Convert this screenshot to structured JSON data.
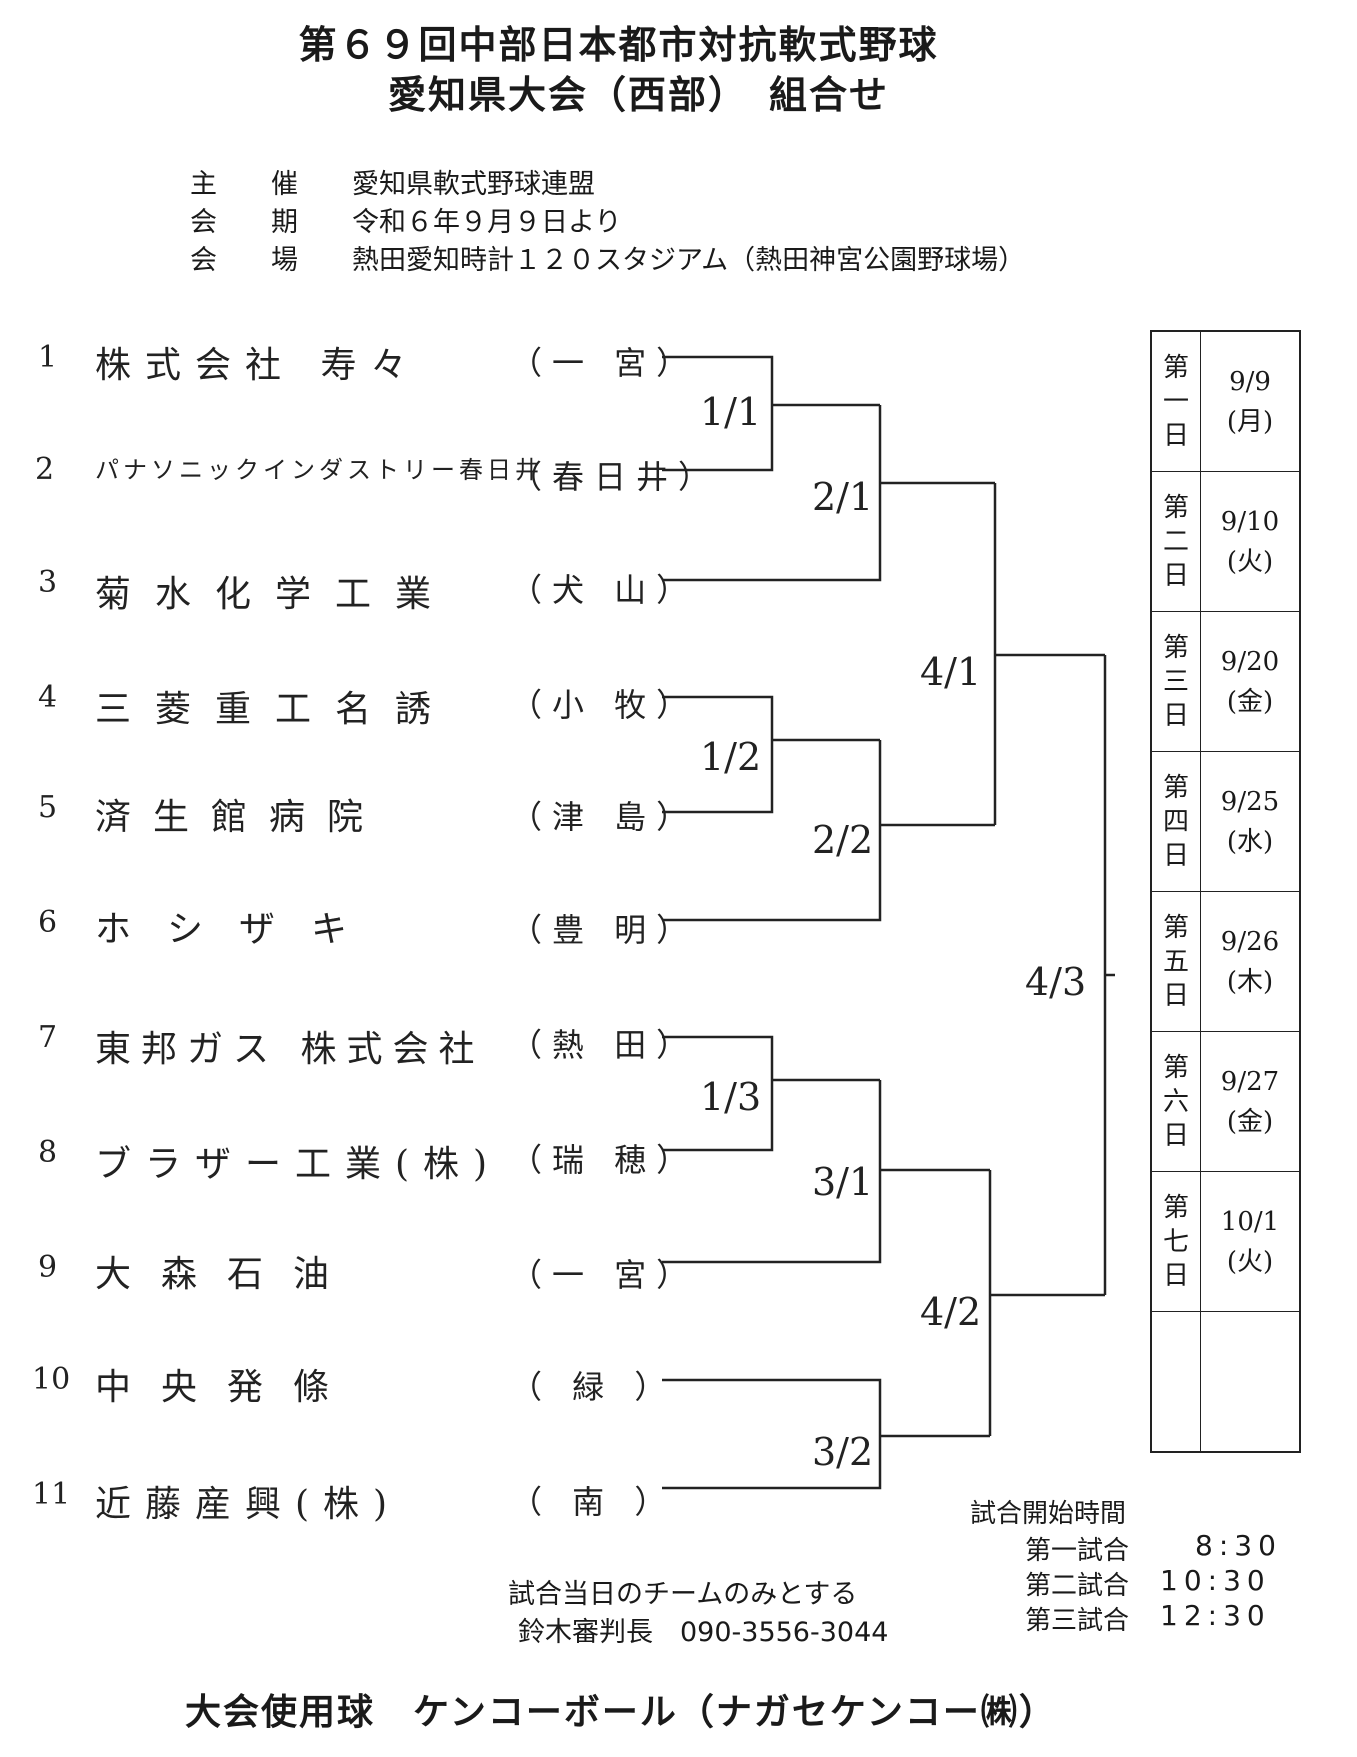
{
  "title": {
    "line1": "第６９回中部日本都市対抗軟式野球",
    "line2": "愛知県大会（西部）　組合せ"
  },
  "info": [
    {
      "label": "主　　催",
      "value": "愛知県軟式野球連盟"
    },
    {
      "label": "会　　期",
      "value": "令和６年９月９日より"
    },
    {
      "label": "会　　場",
      "value": "熱田愛知時計１２０スタジアム（熱田神宮公園野球場）"
    }
  ],
  "teams": [
    {
      "no": "1",
      "name": "株式会社 寿々",
      "city": "（一 宮）"
    },
    {
      "no": "2",
      "name": "パナソニックインダストリー春日井",
      "city": "（春日井）"
    },
    {
      "no": "3",
      "name": "菊水化学工業",
      "city": "（犬 山）"
    },
    {
      "no": "4",
      "name": "三菱重工名誘",
      "city": "（小 牧）"
    },
    {
      "no": "5",
      "name": "済生館病院",
      "city": "（津 島）"
    },
    {
      "no": "6",
      "name": "ホシザキ",
      "city": "（豊 明）"
    },
    {
      "no": "7",
      "name": "東邦ガス 株式会社",
      "city": "（熱 田）"
    },
    {
      "no": "8",
      "name": "ブラザー工業(株)",
      "city": "（瑞 穂）"
    },
    {
      "no": "9",
      "name": "大森石油",
      "city": "（一 宮）"
    },
    {
      "no": "10",
      "name": "中央発條",
      "city": "（ 緑 ）"
    },
    {
      "no": "11",
      "name": "近藤産興(株)",
      "city": "（ 南 ）"
    }
  ],
  "matches": {
    "m1_1": "1/1",
    "m1_2": "1/2",
    "m1_3": "1/3",
    "m2_1": "2/1",
    "m2_2": "2/2",
    "m3_1": "3/1",
    "m3_2": "3/2",
    "m4_1": "4/1",
    "m4_2": "4/2",
    "m4_3": "4/3"
  },
  "schedule": [
    {
      "day": "第一日",
      "date": "9/9",
      "dow": "(月)"
    },
    {
      "day": "第二日",
      "date": "9/10",
      "dow": "(火)"
    },
    {
      "day": "第三日",
      "date": "9/20",
      "dow": "(金)"
    },
    {
      "day": "第四日",
      "date": "9/25",
      "dow": "(水)"
    },
    {
      "day": "第五日",
      "date": "9/26",
      "dow": "(木)"
    },
    {
      "day": "第六日",
      "date": "9/27",
      "dow": "(金)"
    },
    {
      "day": "第七日",
      "date": "10/1",
      "dow": "(火)"
    },
    {
      "day": "",
      "date": "",
      "dow": ""
    }
  ],
  "start_times": {
    "title": "試合開始時間",
    "rows": [
      {
        "label": "第一試合",
        "time": "8:30"
      },
      {
        "label": "第二試合",
        "time": "10:30"
      },
      {
        "label": "第三試合",
        "time": "12:30"
      }
    ]
  },
  "notes": {
    "line1": "試合当日のチームのみとする",
    "line2": "鈴木審判長　090-3556-3044"
  },
  "footer": "大会使用球　ケンコーボール（ナガセケンコー㈱）"
}
